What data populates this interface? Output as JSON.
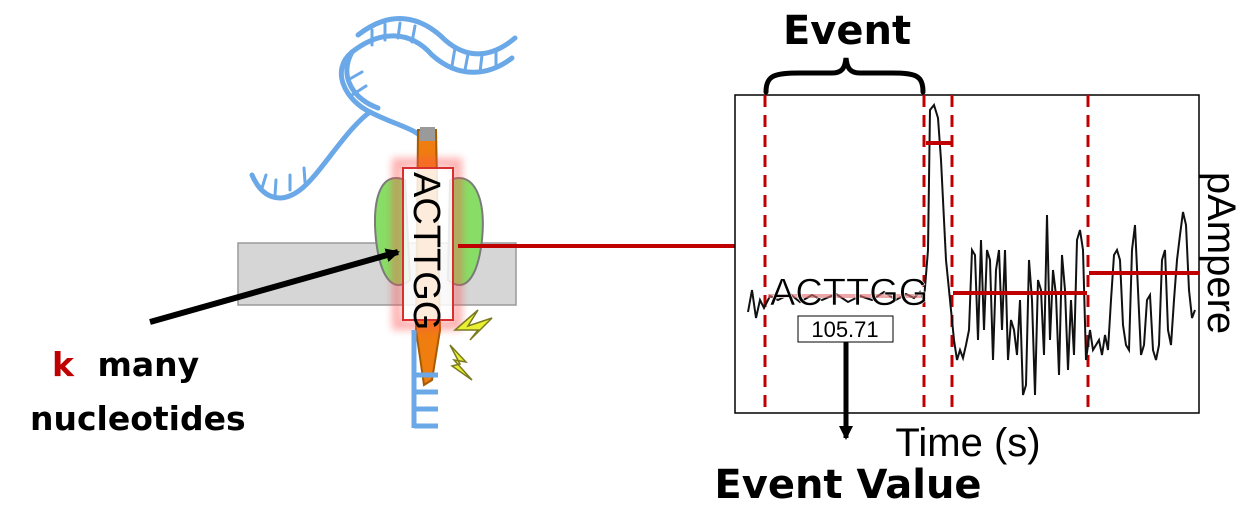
{
  "diagram": {
    "kmer_sequence": "ACTTGG",
    "kmer_label_k": "k",
    "kmer_label_rest": "many",
    "kmer_label_line2": "nucleotides",
    "event_title": "Event",
    "event_value_title": "Event Value",
    "event_value_number": "105.71",
    "event_sequence_in_signal": "ACTTGG",
    "x_axis_label": "Time (s)",
    "y_axis_label": "pAmpere"
  },
  "colors": {
    "dna_strand": "#6aa8e8",
    "pore_green": "#88dd66",
    "motor_orange": "#f07d10",
    "accent_red": "#c00000",
    "membrane_gray": "#d6d6d6",
    "spark_yellow": "#e8f030",
    "signal_black": "#111111"
  }
}
